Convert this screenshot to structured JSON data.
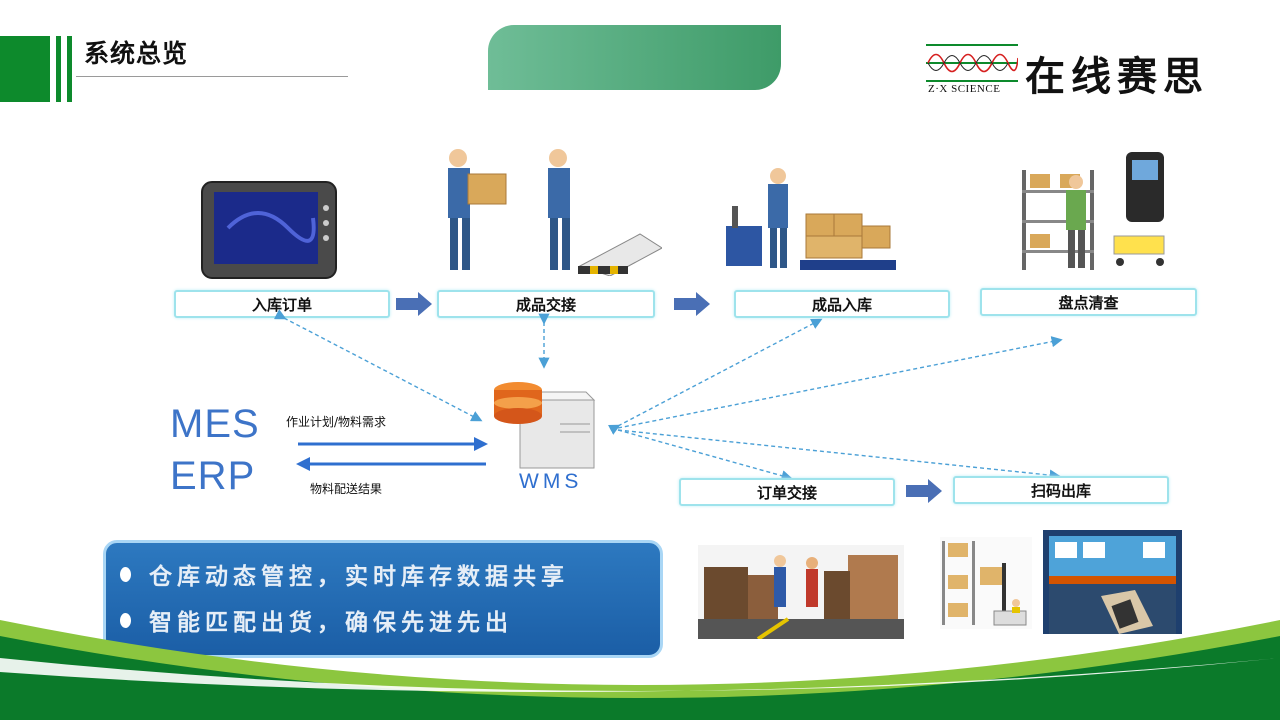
{
  "header": {
    "title": "系统总览",
    "logo_name": "在线赛思",
    "logo_sub": "Z·X SCIENCE"
  },
  "flow": {
    "steps_top": [
      "入库订单",
      "成品交接",
      "成品入库",
      "盘点清查"
    ],
    "steps_bottom": [
      "订单交接",
      "扫码出库"
    ],
    "hub_label": "WMS",
    "external_systems": [
      "MES",
      "ERP"
    ],
    "to_wms_label": "作业计划/物料需求",
    "from_wms_label": "物料配送结果"
  },
  "features": [
    "仓库动态管控，实时库存数据共享",
    "智能匹配出货，确保先进先出"
  ],
  "colors": {
    "brand_green": "#0d8a2c",
    "accent_blue": "#3d74c8",
    "box_border": "#9ee3ec",
    "feature_bg": "#1b5ea6"
  }
}
